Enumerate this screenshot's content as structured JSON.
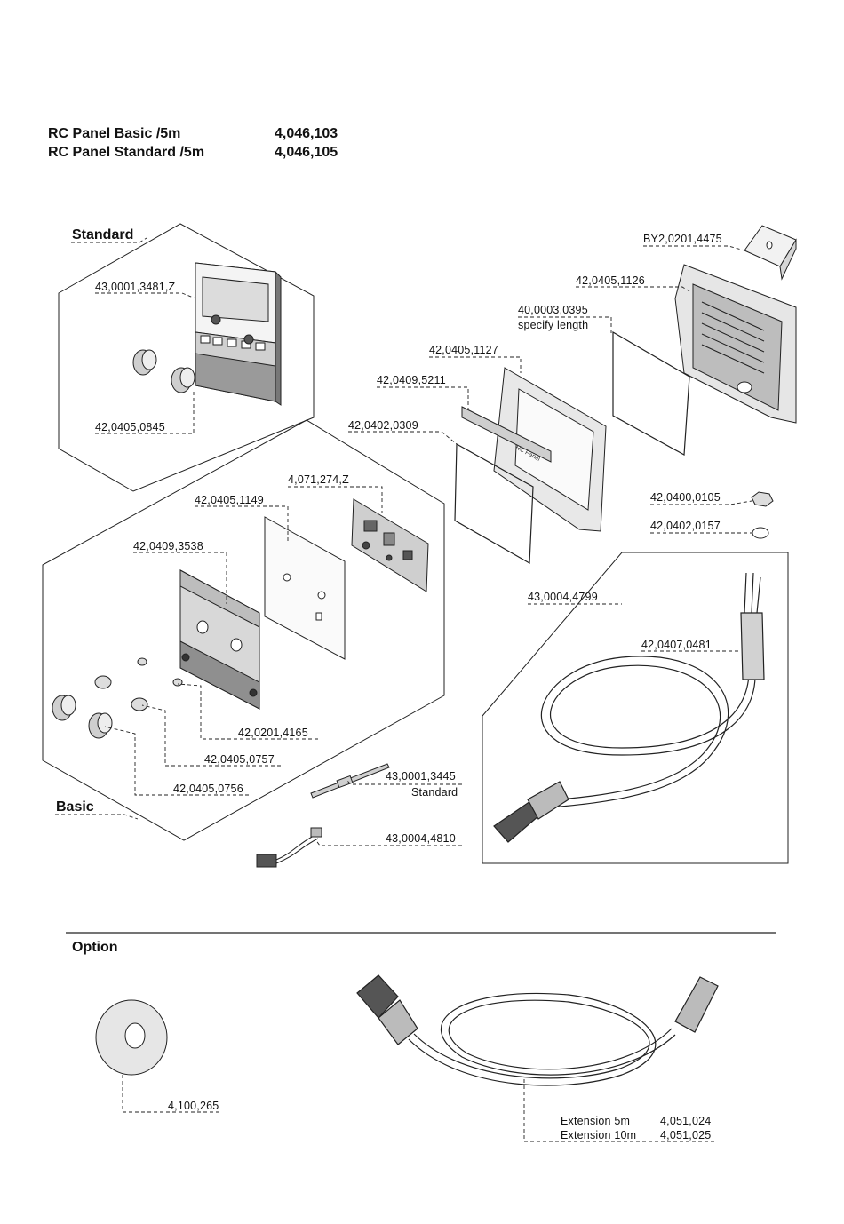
{
  "header": {
    "rows": [
      {
        "name": "RC Panel Basic /5m",
        "number": "4,046,103"
      },
      {
        "name": "RC Panel Standard /5m",
        "number": "4,046,105"
      }
    ]
  },
  "sections": {
    "standard": "Standard",
    "basic": "Basic",
    "option": "Option"
  },
  "parts": {
    "p_43_0001_3481_Z": "43,0001,3481,Z",
    "p_42_0405_0845": "42,0405,0845",
    "p_4_071_274_Z": "4,071,274,Z",
    "p_42_0405_1149": "42,0405,1149",
    "p_42_0409_3538": "42,0409,3538",
    "p_42_0201_4165": "42,0201,4165",
    "p_42_0405_0757": "42,0405,0757",
    "p_42_0405_0756": "42,0405,0756",
    "p_43_0001_3445": "43,0001,3445",
    "p_43_0001_3445_note": "Standard",
    "p_43_0004_4810": "43,0004,4810",
    "p_BY2_0201_4475": "BY2,0201,4475",
    "p_42_0405_1126": "42,0405,1126",
    "p_40_0003_0395": "40,0003,0395",
    "p_40_0003_0395_note": "specify length",
    "p_42_0405_1127": "42,0405,1127",
    "p_42_0409_5211": "42,0409,5211",
    "p_42_0402_0309": "42,0402,0309",
    "p_42_0400_0105": "42,0400,0105",
    "p_42_0402_0157": "42,0402,0157",
    "p_43_0004_4799": "43,0004,4799",
    "p_42_0407_0481": "42,0407,0481",
    "p_4_100_265": "4,100,265"
  },
  "panel_text": "RC Panel",
  "extension": {
    "rows": [
      {
        "name": "Extension   5m",
        "number": "4,051,024"
      },
      {
        "name": "Extension 10m",
        "number": "4,051,025"
      }
    ]
  }
}
